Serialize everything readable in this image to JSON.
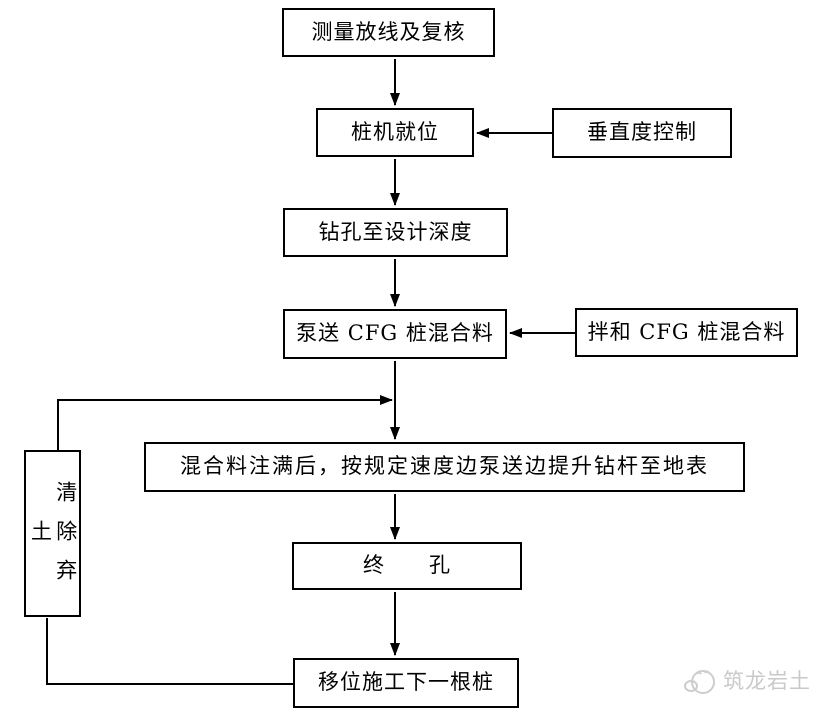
{
  "page": {
    "background": "#ffffff"
  },
  "flowchart": {
    "boxes": {
      "survey": {
        "label": "测量放线及复核"
      },
      "pile_in_place": {
        "label": "桩机就位"
      },
      "verticality_control": {
        "label": "垂直度控制"
      },
      "drill_to_depth": {
        "label": "钻孔至设计深度"
      },
      "pump_mixture": {
        "label": "泵送 CFG 桩混合料"
      },
      "mix_mixture": {
        "label": "拌和 CFG 桩混合料"
      },
      "lift_drill_rod": {
        "label": "混合料注满后，按规定速度边泵送边提升钻杆至地表"
      },
      "final_hole": {
        "label": "终　　孔"
      },
      "move_next_pile": {
        "label": "移位施工下一根桩"
      },
      "clear_spoil": {
        "label": "清除弃土"
      }
    },
    "connector_color": "#000000",
    "box_border_color": "#000000"
  },
  "watermark": {
    "text": "筑龙岩土",
    "color": "#c9c9c9",
    "logo": "zhulong-mascot-icon"
  }
}
